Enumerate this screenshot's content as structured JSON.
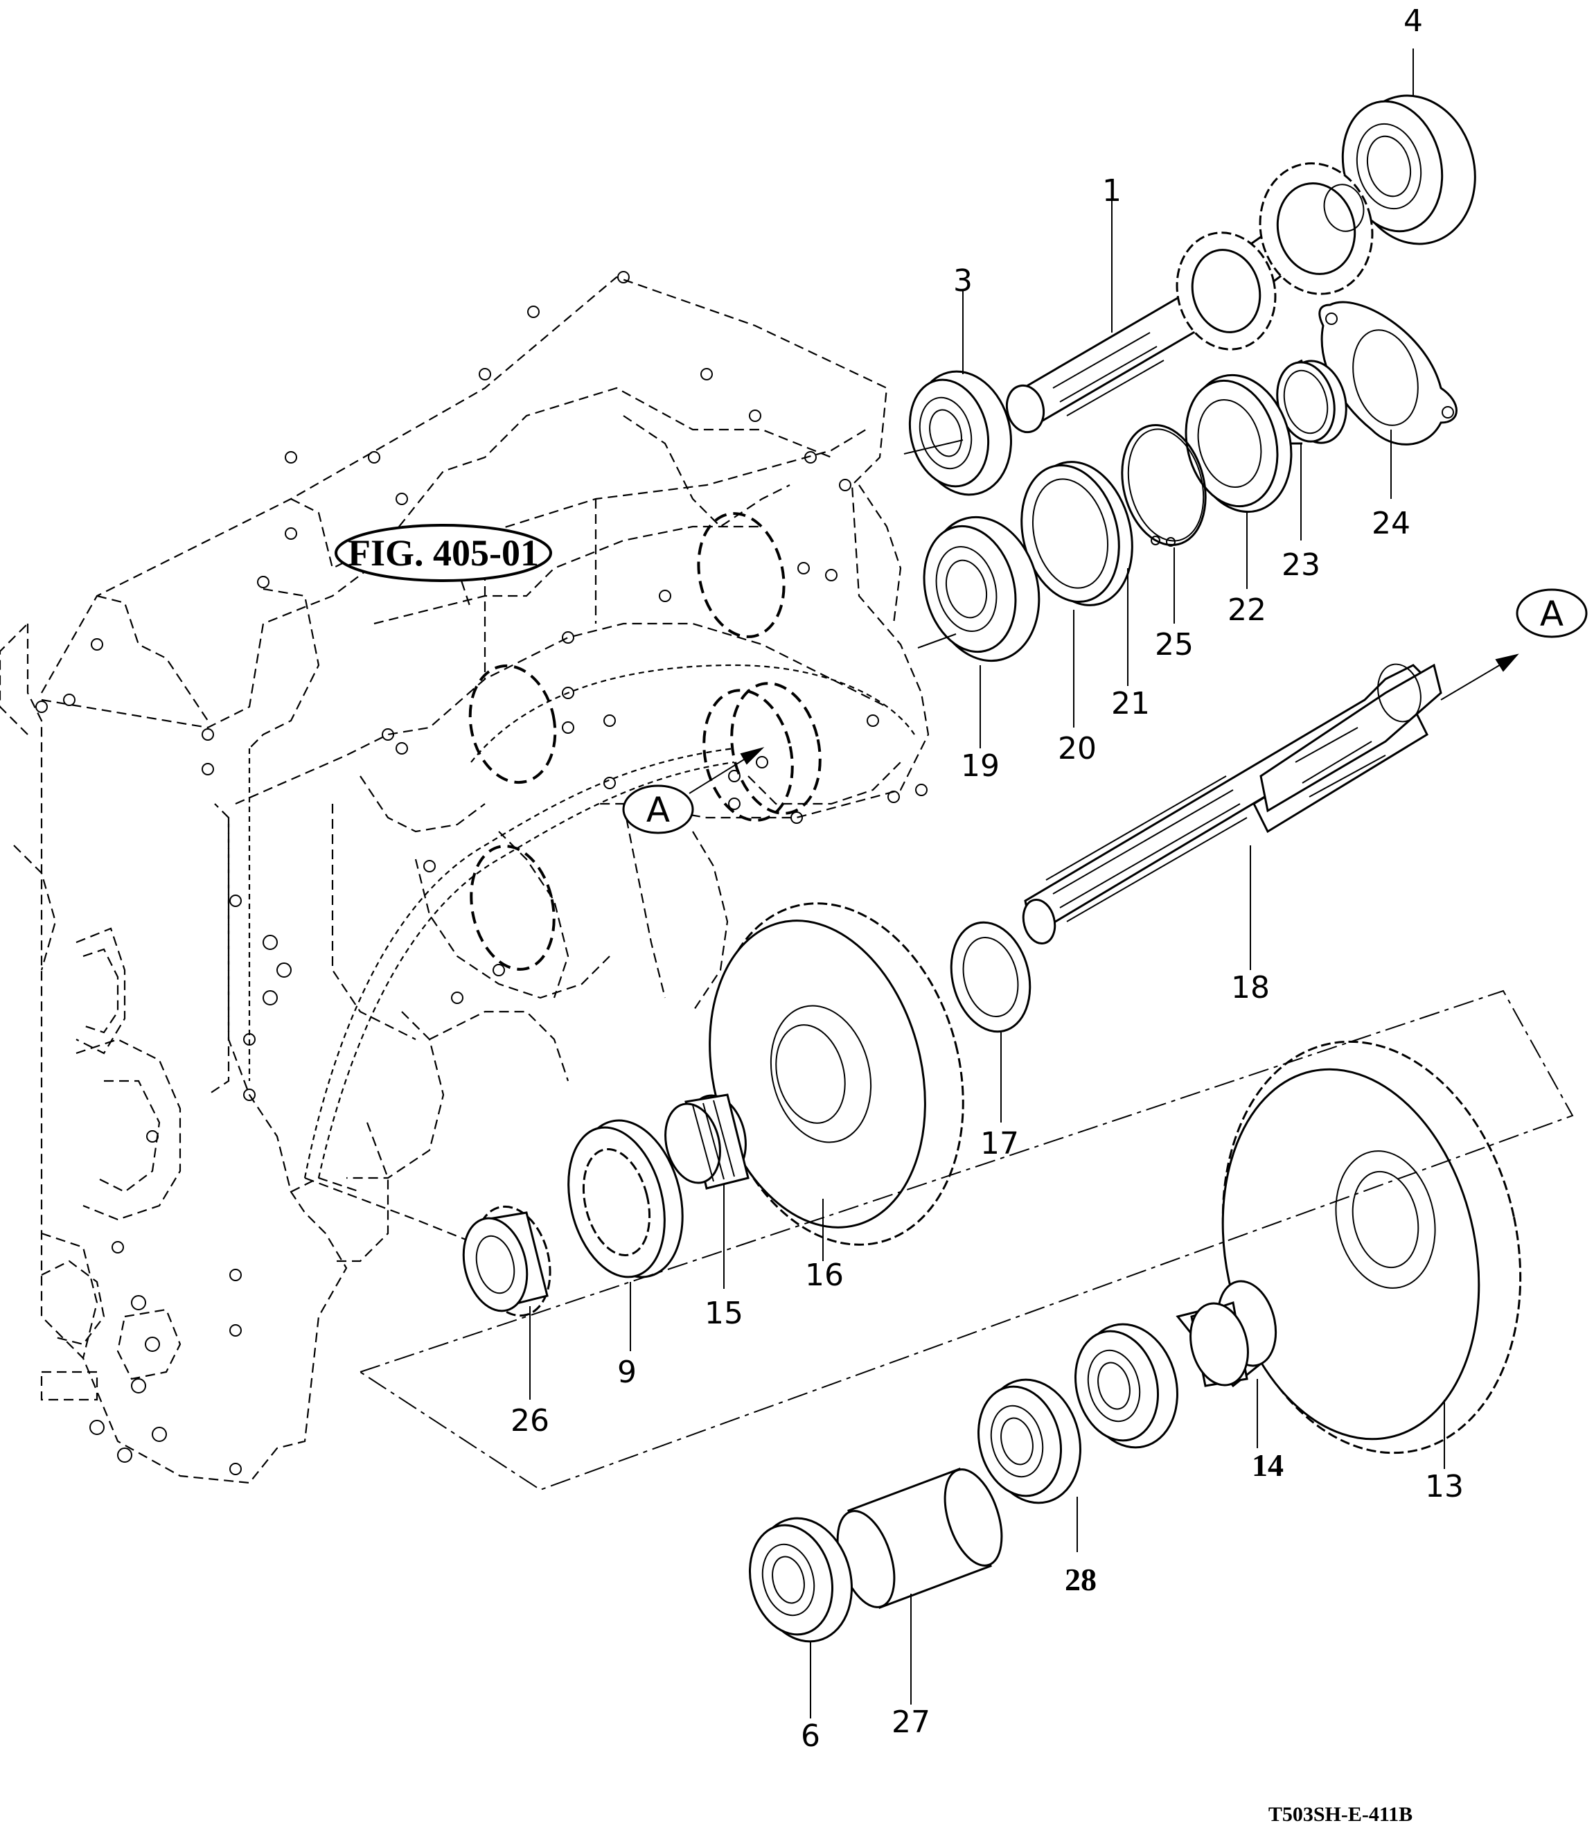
{
  "figure_reference": "FIG. 405-01",
  "view_marks": [
    "A",
    "A"
  ],
  "drawing_number": "T503SH-E-411B",
  "callouts": {
    "c1": "1",
    "c3": "3",
    "c4": "4",
    "c6": "6",
    "c9": "9",
    "c13": "13",
    "c14": "14",
    "c15": "15",
    "c16": "16",
    "c17": "17",
    "c18": "18",
    "c19": "19",
    "c20": "20",
    "c21": "21",
    "c22": "22",
    "c23": "23",
    "c24": "24",
    "c25": "25",
    "c26": "26",
    "c27": "27",
    "c28": "28"
  }
}
